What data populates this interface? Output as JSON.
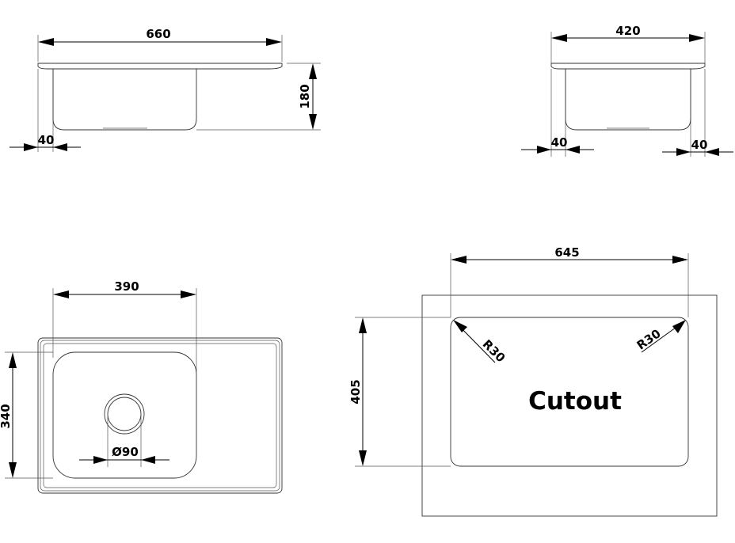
{
  "front_view": {
    "width_label": "660",
    "depth_label": "180",
    "flange_label": "40"
  },
  "side_view": {
    "width_label": "420",
    "flange_left_label": "40",
    "flange_right_label": "40"
  },
  "top_view": {
    "bowl_width_label": "390",
    "bowl_length_label": "340",
    "drain_label": "Ø90"
  },
  "cutout_view": {
    "width_label": "645",
    "height_label": "405",
    "radius_left_label": "R30",
    "radius_right_label": "R30",
    "title": "Cutout"
  }
}
